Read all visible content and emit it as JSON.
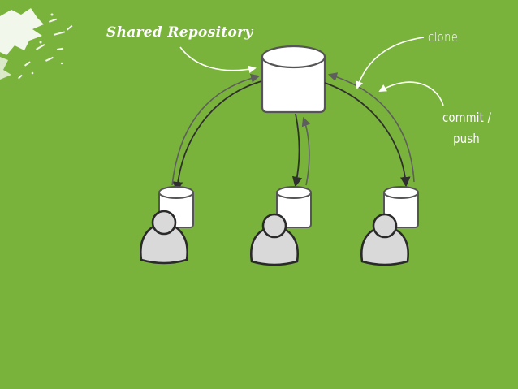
{
  "labels": {
    "shared_repository": "Shared Repository",
    "clone": "clone",
    "commit_line1": "commit /",
    "commit_line2": "push"
  },
  "nodes": {
    "shared_repository": "database",
    "users": [
      {
        "icon": "user-icon",
        "repository": "database"
      },
      {
        "icon": "user-icon",
        "repository": "database"
      },
      {
        "icon": "user-icon",
        "repository": "database"
      }
    ]
  },
  "colors": {
    "background": "#7ab33b",
    "cylinder_fill": "#ffffff",
    "outline": "#555555",
    "person_fill": "#d9d9d9",
    "arrow": "#3e3e3e",
    "annotation": "#ffffff"
  }
}
